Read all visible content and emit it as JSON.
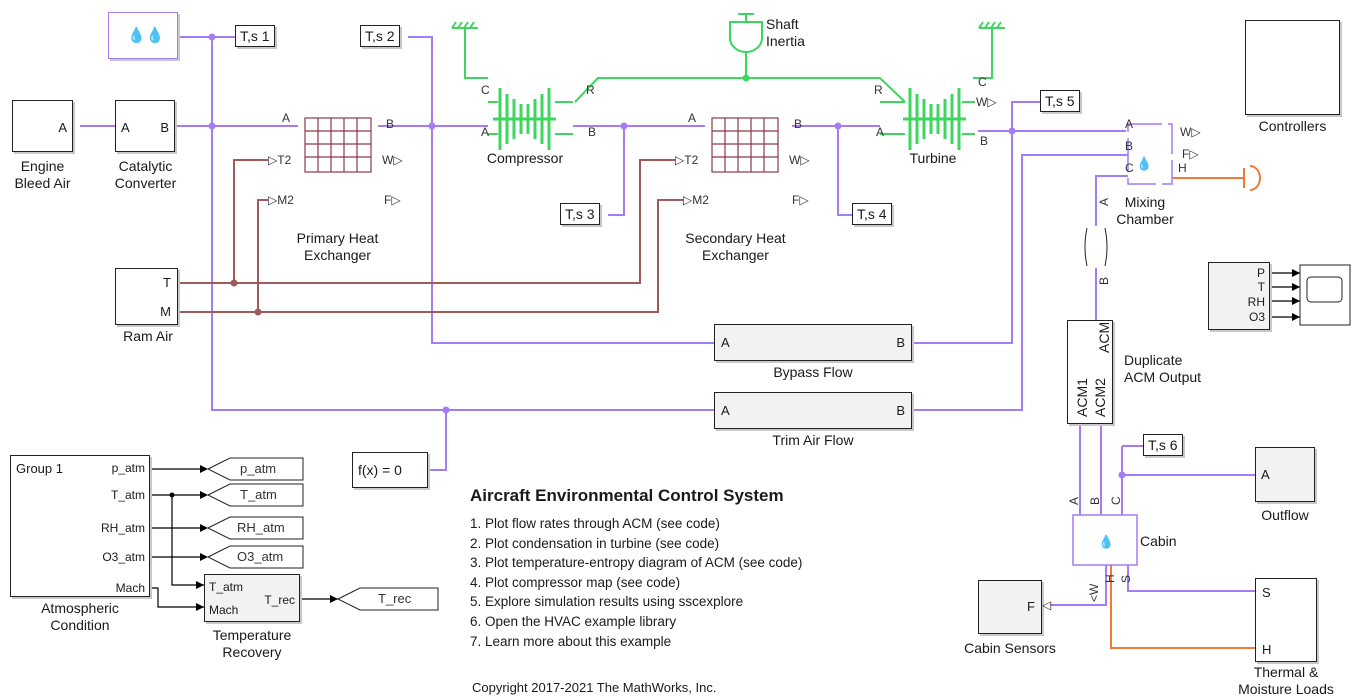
{
  "diagram": {
    "colors": {
      "gas": "#a47cf5",
      "air": "#9e5b5b",
      "thermal": "#f07a3a",
      "mech": "#3fd65f",
      "signal": "#000000",
      "hx": "#8b3a4a"
    },
    "blocks": {
      "engine_bleed_air": {
        "label": [
          "Engine",
          "Bleed Air"
        ],
        "port": "A"
      },
      "catalytic_converter": {
        "label": [
          "Catalytic",
          "Converter"
        ],
        "ports": [
          "A",
          "B"
        ]
      },
      "primary_hx": {
        "label": [
          "Primary Heat",
          "Exchanger"
        ],
        "ports": [
          "A",
          "B",
          "T2",
          "W",
          "M2",
          "F"
        ]
      },
      "compressor": {
        "label": "Compressor",
        "ports": [
          "C",
          "R",
          "A",
          "B"
        ]
      },
      "shaft_inertia": {
        "label": [
          "Shaft",
          "Inertia"
        ]
      },
      "secondary_hx": {
        "label": [
          "Secondary Heat",
          "Exchanger"
        ],
        "ports": [
          "A",
          "B",
          "T2",
          "W",
          "M2",
          "F"
        ]
      },
      "turbine": {
        "label": "Turbine",
        "ports": [
          "R",
          "C",
          "W",
          "A",
          "B"
        ]
      },
      "mixing_chamber": {
        "label": [
          "Mixing",
          "Chamber"
        ],
        "ports": [
          "A",
          "B",
          "C",
          "W",
          "F",
          "H"
        ]
      },
      "controllers": {
        "label": "Controllers"
      },
      "ram_air": {
        "label": "Ram Air",
        "ports": [
          "T",
          "M"
        ]
      },
      "bypass_flow": {
        "label": "Bypass Flow",
        "ports": [
          "A",
          "B"
        ]
      },
      "trim_air_flow": {
        "label": "Trim Air Flow",
        "ports": [
          "A",
          "B"
        ]
      },
      "duplicate_acm": {
        "label": [
          "Duplicate",
          "ACM Output"
        ],
        "ports": [
          "ACM",
          "ACM1",
          "ACM2"
        ]
      },
      "scope": {
        "ports": [
          "P",
          "T",
          "RH",
          "O3"
        ]
      },
      "atmospheric": {
        "label": [
          "Atmospheric",
          "Condition"
        ],
        "title": "Group 1",
        "ports": [
          "p_atm",
          "T_atm",
          "RH_atm",
          "O3_atm",
          "Mach"
        ]
      },
      "temp_recovery": {
        "label": [
          "Temperature",
          "Recovery"
        ],
        "ports": [
          "T_atm",
          "Mach",
          "T_rec"
        ]
      },
      "solver": {
        "label": "f(x) = 0"
      },
      "cabin": {
        "label": "Cabin",
        "ports": [
          "A",
          "B",
          "C",
          "W",
          "H",
          "S"
        ]
      },
      "outflow": {
        "label": "Outflow",
        "port": "A"
      },
      "cabin_sensors": {
        "label": "Cabin Sensors",
        "port": "F"
      },
      "thermal_loads": {
        "label": [
          "Thermal &",
          "Moisture Loads"
        ],
        "ports": [
          "S",
          "H"
        ]
      },
      "connector_labels": {
        "a": "A",
        "b": "B"
      }
    },
    "tags": {
      "ts1": "T,s 1",
      "ts2": "T,s 2",
      "ts3": "T,s 3",
      "ts4": "T,s 4",
      "ts5": "T,s 5",
      "ts6": "T,s 6"
    },
    "gotos": [
      "p_atm",
      "T_atm",
      "RH_atm",
      "O3_atm",
      "T_rec"
    ]
  },
  "description": {
    "title": "Aircraft Environmental Control System",
    "items": [
      "1. Plot flow rates through ACM (see code)",
      "2. Plot condensation in turbine (see code)",
      "3. Plot temperature-entropy diagram of ACM (see code)",
      "4. Plot compressor map (see code)",
      "5. Explore simulation results using sscexplore",
      "6. Open the HVAC example library",
      "7. Learn more about this example"
    ],
    "copyright": "Copyright 2017-2021 The MathWorks, Inc."
  }
}
